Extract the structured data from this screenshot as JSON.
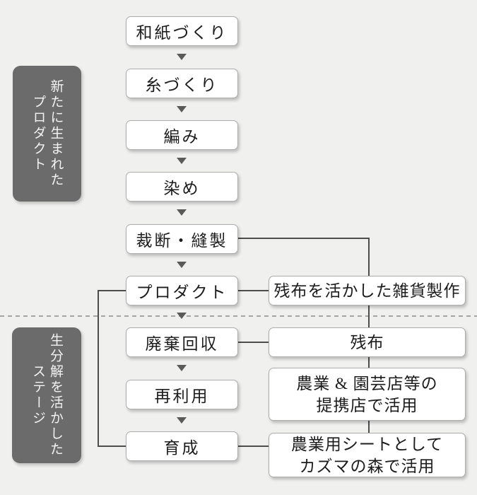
{
  "diagram": {
    "type": "flowchart",
    "colors": {
      "background": "#f0f0ef",
      "box_fill": "#ffffff",
      "box_border": "#adadad",
      "label_box_fill": "#6b6b6b",
      "label_text": "#f2f2f1",
      "connector": "#4d4d4d",
      "divider": "#a5a5a5"
    },
    "stage_labels": [
      {
        "lines": [
          "新たに生まれた",
          "プロダクト"
        ]
      },
      {
        "lines": [
          "生分解を活かした",
          "ステージ"
        ]
      }
    ],
    "flow": {
      "main_steps": [
        "和紙づくり",
        "糸づくり",
        "編み",
        "染め",
        "裁断・縫製",
        "プロダクト",
        "廃棄回収",
        "再利用",
        "育成"
      ],
      "side_boxes": [
        {
          "lines": [
            "残布を活かした雑貨製作"
          ]
        },
        {
          "lines": [
            "残布"
          ]
        },
        {
          "lines": [
            "農業 & 園芸店等の",
            "提携店で活用"
          ]
        },
        {
          "lines": [
            "農業用シートとして",
            "カズマの森で活用"
          ]
        }
      ]
    }
  }
}
